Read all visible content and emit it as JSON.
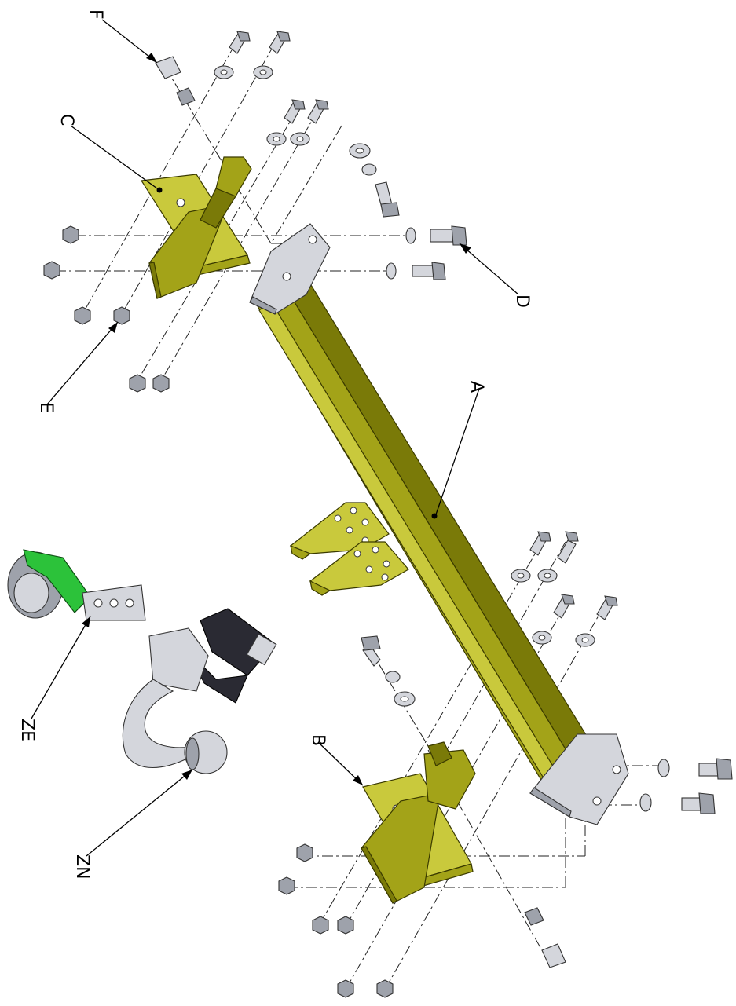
{
  "diagram": {
    "labels": {
      "A": "A",
      "B": "B",
      "C": "C",
      "D": "D",
      "E": "E",
      "F": "F",
      "ZE": "ZE",
      "ZN": "ZN"
    },
    "colors": {
      "frame": "#a3a318",
      "frame_dark": "#7a7a08",
      "steel": "#d4d6dc",
      "socket_body": "#2a2a33",
      "socket_cover": "#2cc23a"
    }
  }
}
